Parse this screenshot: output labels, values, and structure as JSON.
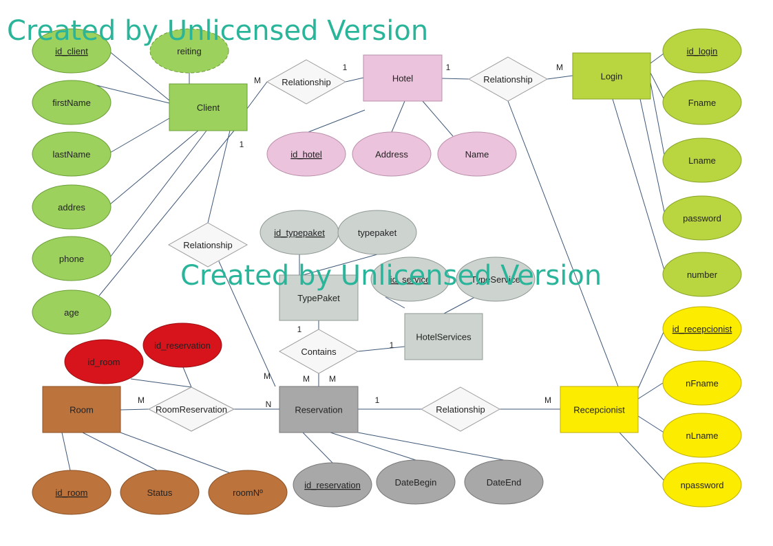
{
  "watermark": "Created by Unlicensed Version",
  "colors": {
    "green_fill": "#9cd15d",
    "green_stroke": "#6a9e37",
    "pink_fill": "#ecc3dc",
    "pink_stroke": "#b98fa9",
    "lime_fill": "#b9d53f",
    "lime_stroke": "#86a326",
    "yellow_fill": "#fcec00",
    "yellow_stroke": "#bfae00",
    "gray_fill": "#cdd4d0",
    "gray_stroke": "#8f9893",
    "darkgray_fill": "#a8a8a8",
    "darkgray_stroke": "#777777",
    "red_fill": "#d7141b",
    "red_stroke": "#9a0e12",
    "brown_fill": "#bd733c",
    "brown_stroke": "#8a5227",
    "diamond_fill": "#f7f7f7",
    "diamond_stroke": "#9a9a9a",
    "edge": "#3c5676",
    "watermark": "#2ab59a"
  },
  "entities": [
    {
      "id": "client",
      "label": "Client",
      "color": "green"
    },
    {
      "id": "hotel",
      "label": "Hotel",
      "color": "pink"
    },
    {
      "id": "login",
      "label": "Login",
      "color": "lime"
    },
    {
      "id": "typepaket",
      "label": "TypePaket",
      "color": "gray"
    },
    {
      "id": "hotelservices",
      "label": "HotelServices",
      "color": "gray"
    },
    {
      "id": "room",
      "label": "Room",
      "color": "brown"
    },
    {
      "id": "reservation",
      "label": "Reservation",
      "color": "darkgray"
    },
    {
      "id": "recepcionist",
      "label": "Recepcionist",
      "color": "yellow"
    }
  ],
  "relationships": [
    {
      "id": "rel_client_hotel",
      "label": "Relationship"
    },
    {
      "id": "rel_hotel_login",
      "label": "Relationship"
    },
    {
      "id": "rel_client_res",
      "label": "Relationship"
    },
    {
      "id": "contains",
      "label": "Contains"
    },
    {
      "id": "roomreservation",
      "label": "RoomReservation"
    },
    {
      "id": "rel_res_recep",
      "label": "Relationship"
    }
  ],
  "attributes": [
    {
      "id": "a_id_client",
      "label": "id_client",
      "key": true,
      "color": "green"
    },
    {
      "id": "a_reiting",
      "label": "reiting",
      "derived": true,
      "color": "green"
    },
    {
      "id": "a_firstname",
      "label": "firstName",
      "color": "green"
    },
    {
      "id": "a_lastname",
      "label": "lastName",
      "color": "green"
    },
    {
      "id": "a_addres",
      "label": "addres",
      "color": "green"
    },
    {
      "id": "a_phone",
      "label": "phone",
      "color": "green"
    },
    {
      "id": "a_age",
      "label": "age",
      "color": "green"
    },
    {
      "id": "a_id_hotel",
      "label": "id_hotel",
      "key": true,
      "color": "pink"
    },
    {
      "id": "a_address",
      "label": "Address",
      "color": "pink"
    },
    {
      "id": "a_name",
      "label": "Name",
      "color": "pink"
    },
    {
      "id": "a_id_login",
      "label": "id_login",
      "key": true,
      "color": "lime"
    },
    {
      "id": "a_fname",
      "label": "Fname",
      "color": "lime"
    },
    {
      "id": "a_lname",
      "label": "Lname",
      "color": "lime"
    },
    {
      "id": "a_password",
      "label": "password",
      "color": "lime"
    },
    {
      "id": "a_number",
      "label": "number",
      "color": "lime"
    },
    {
      "id": "a_id_typepaket",
      "label": "id_typepaket",
      "key": true,
      "color": "gray"
    },
    {
      "id": "a_typepaket",
      "label": "typepaket",
      "color": "gray"
    },
    {
      "id": "a_id_service",
      "label": "id_service",
      "key": true,
      "color": "gray"
    },
    {
      "id": "a_typeservice",
      "label": "TypeService",
      "color": "gray"
    },
    {
      "id": "a_id_room_red",
      "label": "id_room",
      "color": "red"
    },
    {
      "id": "a_id_reservation_red",
      "label": "id_reservation",
      "color": "red"
    },
    {
      "id": "a_id_room",
      "label": "id_room",
      "key": true,
      "color": "brown"
    },
    {
      "id": "a_status",
      "label": "Status",
      "color": "brown"
    },
    {
      "id": "a_roomno",
      "label": "roomNº",
      "color": "brown"
    },
    {
      "id": "a_id_reservation",
      "label": "id_reservation",
      "key": true,
      "color": "darkgray"
    },
    {
      "id": "a_datebegin",
      "label": "DateBegin",
      "color": "darkgray"
    },
    {
      "id": "a_dateend",
      "label": "DateEnd",
      "color": "darkgray"
    },
    {
      "id": "a_id_recepcionist",
      "label": "id_recepcionist",
      "key": true,
      "color": "yellow"
    },
    {
      "id": "a_nfname",
      "label": "nFname",
      "color": "yellow"
    },
    {
      "id": "a_nlname",
      "label": "nLname",
      "color": "yellow"
    },
    {
      "id": "a_npassword",
      "label": "npassword",
      "color": "yellow"
    }
  ],
  "edges": [
    {
      "from": "client",
      "to": "a_id_client"
    },
    {
      "from": "client",
      "to": "a_reiting"
    },
    {
      "from": "client",
      "to": "a_firstname"
    },
    {
      "from": "client",
      "to": "a_lastname"
    },
    {
      "from": "client",
      "to": "a_addres"
    },
    {
      "from": "client",
      "to": "a_phone"
    },
    {
      "from": "client",
      "to": "a_age"
    },
    {
      "from": "client",
      "to": "rel_client_hotel",
      "card": "M"
    },
    {
      "from": "rel_client_hotel",
      "to": "hotel",
      "card": "1"
    },
    {
      "from": "hotel",
      "to": "a_id_hotel"
    },
    {
      "from": "hotel",
      "to": "a_address"
    },
    {
      "from": "hotel",
      "to": "a_name"
    },
    {
      "from": "hotel",
      "to": "rel_hotel_login",
      "card": "1"
    },
    {
      "from": "rel_hotel_login",
      "to": "login",
      "card": "M"
    },
    {
      "from": "rel_hotel_login",
      "to": "recepcionist"
    },
    {
      "from": "login",
      "to": "a_id_login"
    },
    {
      "from": "login",
      "to": "a_fname"
    },
    {
      "from": "login",
      "to": "a_lname"
    },
    {
      "from": "login",
      "to": "a_password"
    },
    {
      "from": "login",
      "to": "a_number"
    },
    {
      "from": "client",
      "to": "rel_client_res",
      "card": "1"
    },
    {
      "from": "rel_client_res",
      "to": "reservation",
      "card": "M"
    },
    {
      "from": "typepaket",
      "to": "a_id_typepaket"
    },
    {
      "from": "typepaket",
      "to": "a_typepaket"
    },
    {
      "from": "hotelservices",
      "to": "a_id_service"
    },
    {
      "from": "hotelservices",
      "to": "a_typeservice"
    },
    {
      "from": "typepaket",
      "to": "contains",
      "card": "1"
    },
    {
      "from": "hotelservices",
      "to": "contains",
      "card": "1"
    },
    {
      "from": "contains",
      "to": "reservation",
      "card": "M M"
    },
    {
      "from": "room",
      "to": "roomreservation",
      "card": "M"
    },
    {
      "from": "roomreservation",
      "to": "reservation",
      "card": "N"
    },
    {
      "from": "roomreservation",
      "to": "a_id_room_red"
    },
    {
      "from": "roomreservation",
      "to": "a_id_reservation_red"
    },
    {
      "from": "room",
      "to": "a_id_room"
    },
    {
      "from": "room",
      "to": "a_status"
    },
    {
      "from": "room",
      "to": "a_roomno"
    },
    {
      "from": "reservation",
      "to": "a_id_reservation"
    },
    {
      "from": "reservation",
      "to": "a_datebegin"
    },
    {
      "from": "reservation",
      "to": "a_dateend"
    },
    {
      "from": "reservation",
      "to": "rel_res_recep",
      "card": "1"
    },
    {
      "from": "rel_res_recep",
      "to": "recepcionist",
      "card": "M"
    },
    {
      "from": "recepcionist",
      "to": "a_id_recepcionist"
    },
    {
      "from": "recepcionist",
      "to": "a_nfname"
    },
    {
      "from": "recepcionist",
      "to": "a_nlname"
    },
    {
      "from": "recepcionist",
      "to": "a_npassword"
    }
  ]
}
